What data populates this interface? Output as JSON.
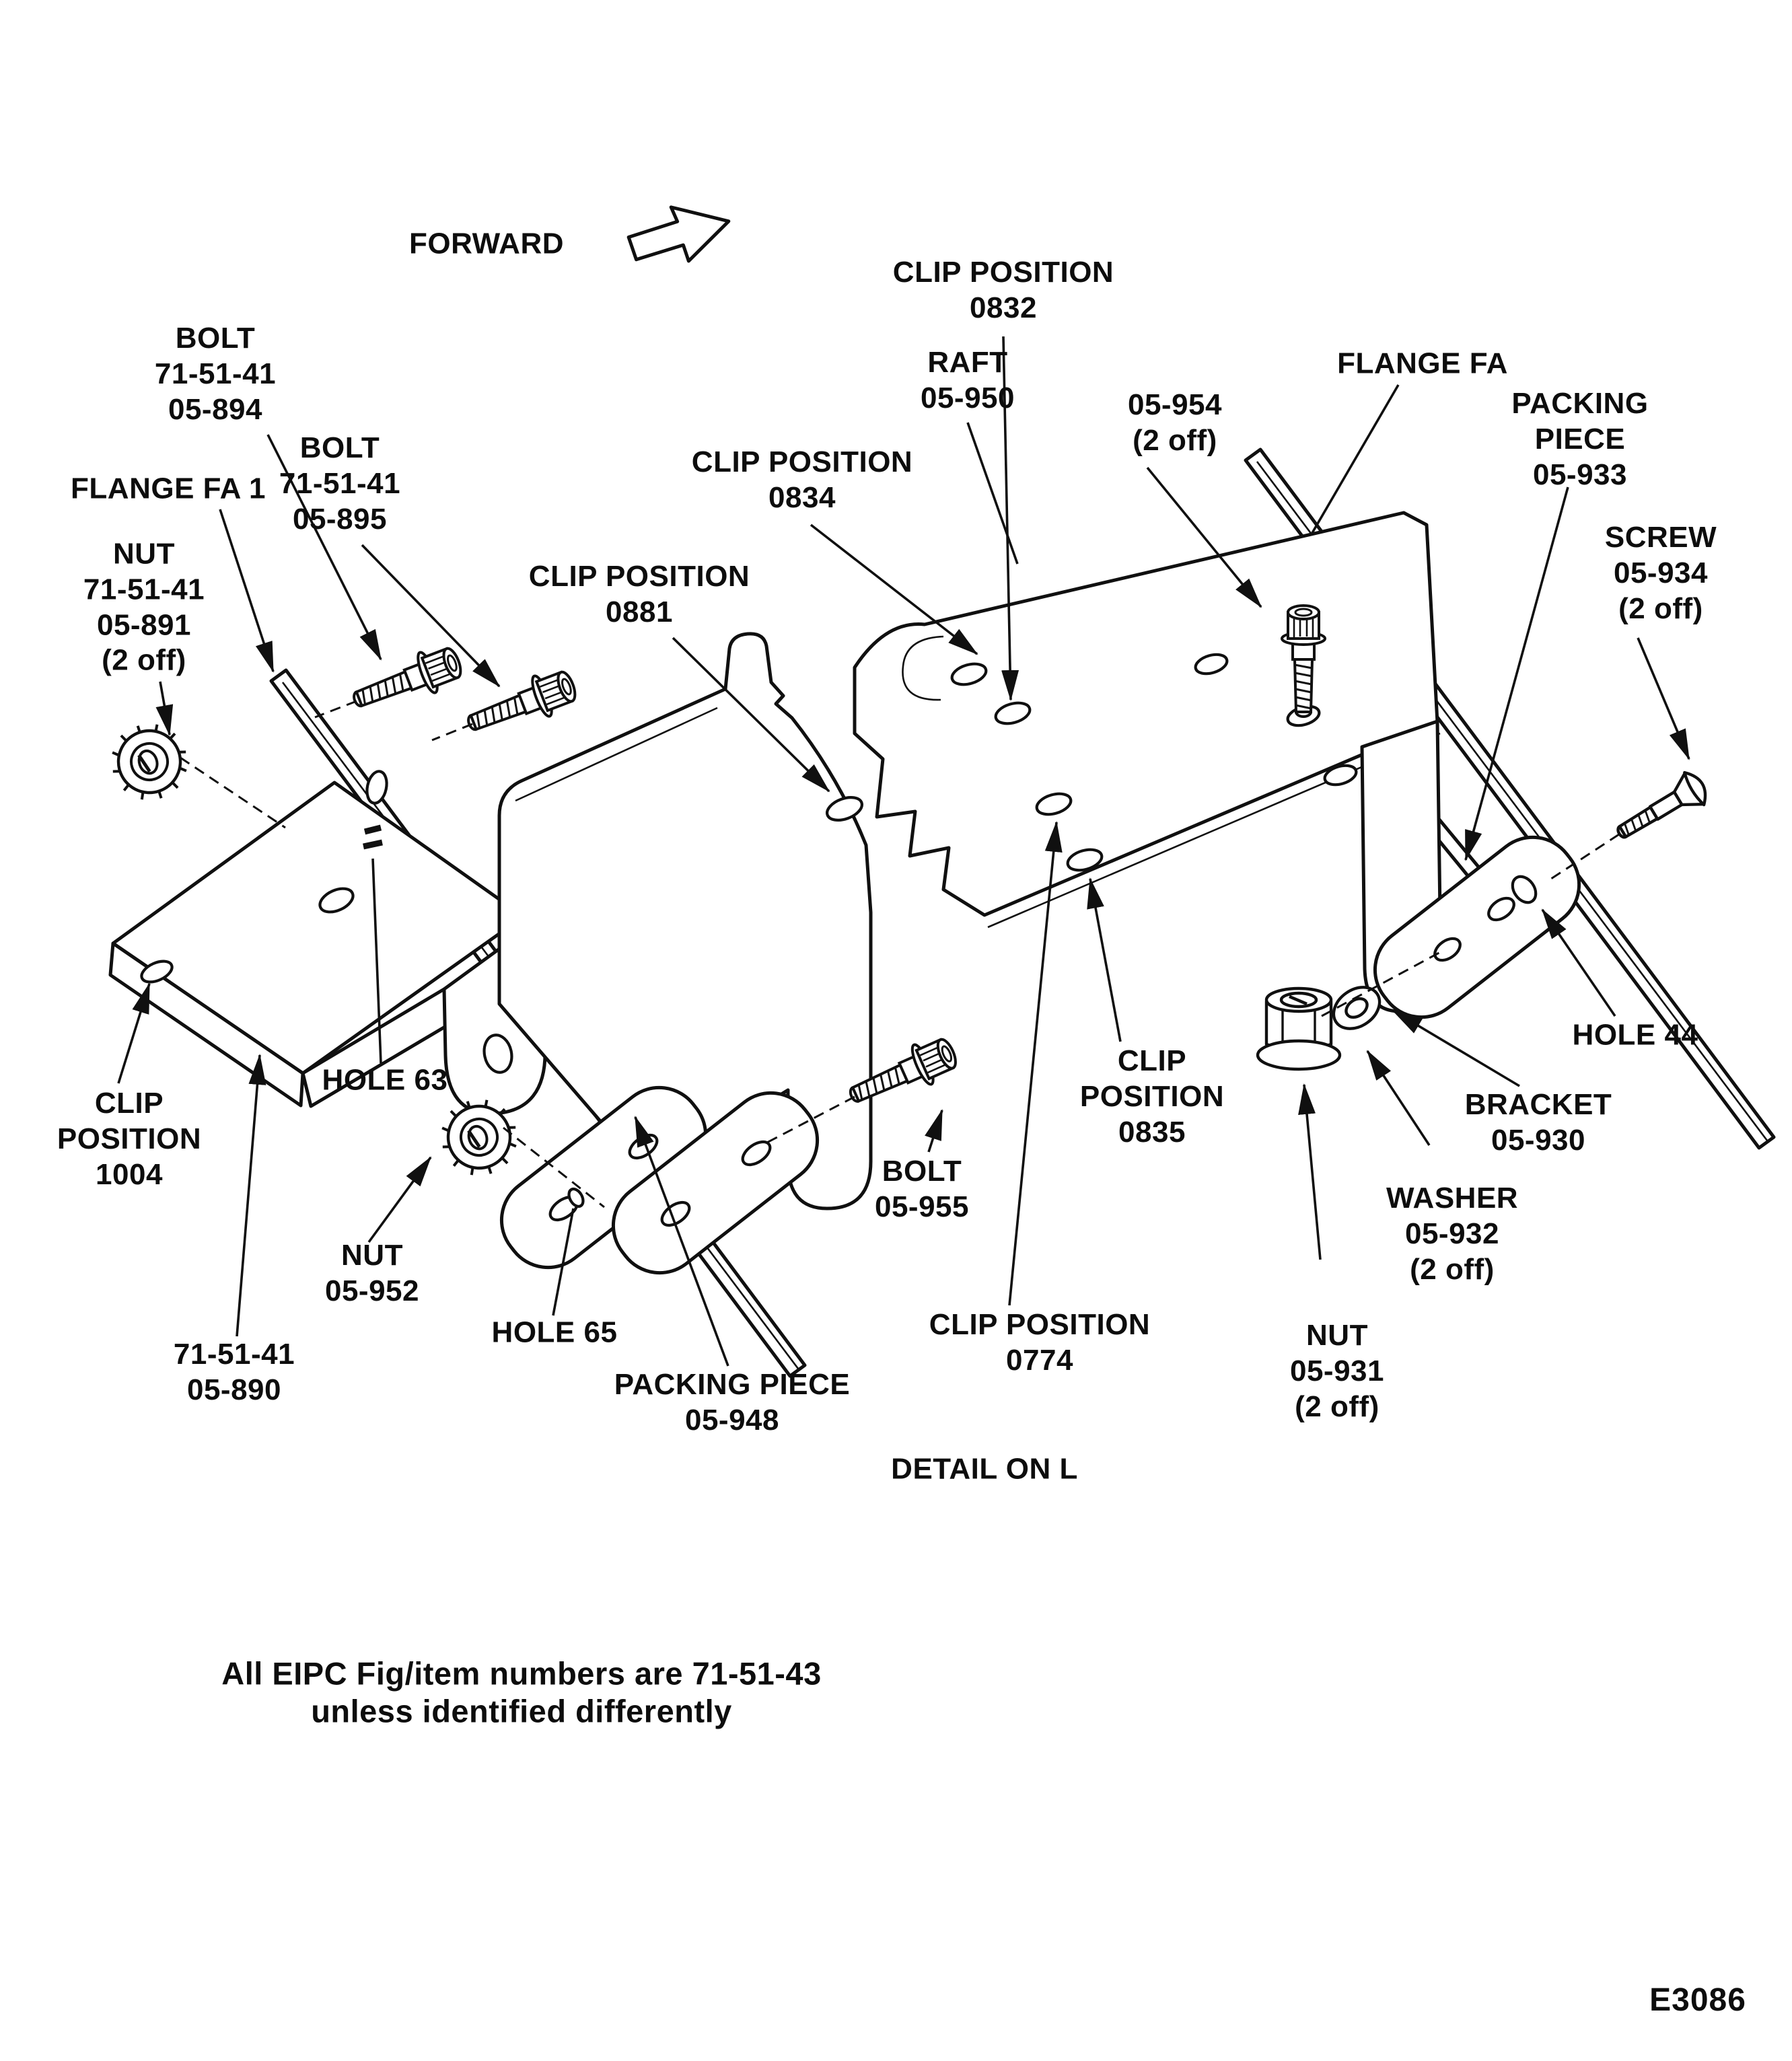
{
  "figure": {
    "direction_label": "FORWARD",
    "detail_label": "DETAIL ON L",
    "note": "All EIPC Fig/item numbers are 71-51-43\nunless identified differently",
    "code": "E3086",
    "ink_color": "#101010",
    "paper_color": "#ffffff"
  },
  "callouts": [
    {
      "id": "clip-position-0832",
      "text": "CLIP POSITION\n0832"
    },
    {
      "id": "bolt-05-894",
      "text": "BOLT\n71-51-41\n05-894"
    },
    {
      "id": "raft-05-950",
      "text": "RAFT\n05-950"
    },
    {
      "id": "item-05-954",
      "text": "05-954\n(2 off)"
    },
    {
      "id": "flange-fa",
      "text": "FLANGE FA"
    },
    {
      "id": "packing-piece-05-933",
      "text": "PACKING PIECE\n05-933"
    },
    {
      "id": "bolt-05-895",
      "text": "BOLT\n71-51-41\n05-895"
    },
    {
      "id": "flange-fa1",
      "text": "FLANGE FA 1"
    },
    {
      "id": "clip-position-0834",
      "text": "CLIP POSITION\n0834"
    },
    {
      "id": "screw-05-934",
      "text": "SCREW\n05-934\n(2 off)"
    },
    {
      "id": "nut-05-891",
      "text": "NUT\n71-51-41\n05-891\n(2 off)"
    },
    {
      "id": "clip-position-0881",
      "text": "CLIP POSITION\n0881"
    },
    {
      "id": "hole-63",
      "text": "HOLE 63"
    },
    {
      "id": "clip-position-1004",
      "text": "CLIP\nPOSITION\n1004"
    },
    {
      "id": "nut-05-952",
      "text": "NUT\n05-952"
    },
    {
      "id": "hole-65",
      "text": "HOLE 65"
    },
    {
      "id": "item-05-890",
      "text": "71-51-41\n05-890"
    },
    {
      "id": "packing-piece-05-948",
      "text": "PACKING PIECE\n05-948"
    },
    {
      "id": "bolt-05-955",
      "text": "BOLT\n05-955"
    },
    {
      "id": "clip-position-0835",
      "text": "CLIP\nPOSITION\n0835"
    },
    {
      "id": "clip-position-0774",
      "text": "CLIP POSITION\n0774"
    },
    {
      "id": "hole-44",
      "text": "HOLE 44"
    },
    {
      "id": "bracket-05-930",
      "text": "BRACKET\n05-930"
    },
    {
      "id": "washer-05-932",
      "text": "WASHER\n05-932\n(2 off)"
    },
    {
      "id": "nut-05-931",
      "text": "NUT\n05-931\n(2 off)"
    }
  ]
}
